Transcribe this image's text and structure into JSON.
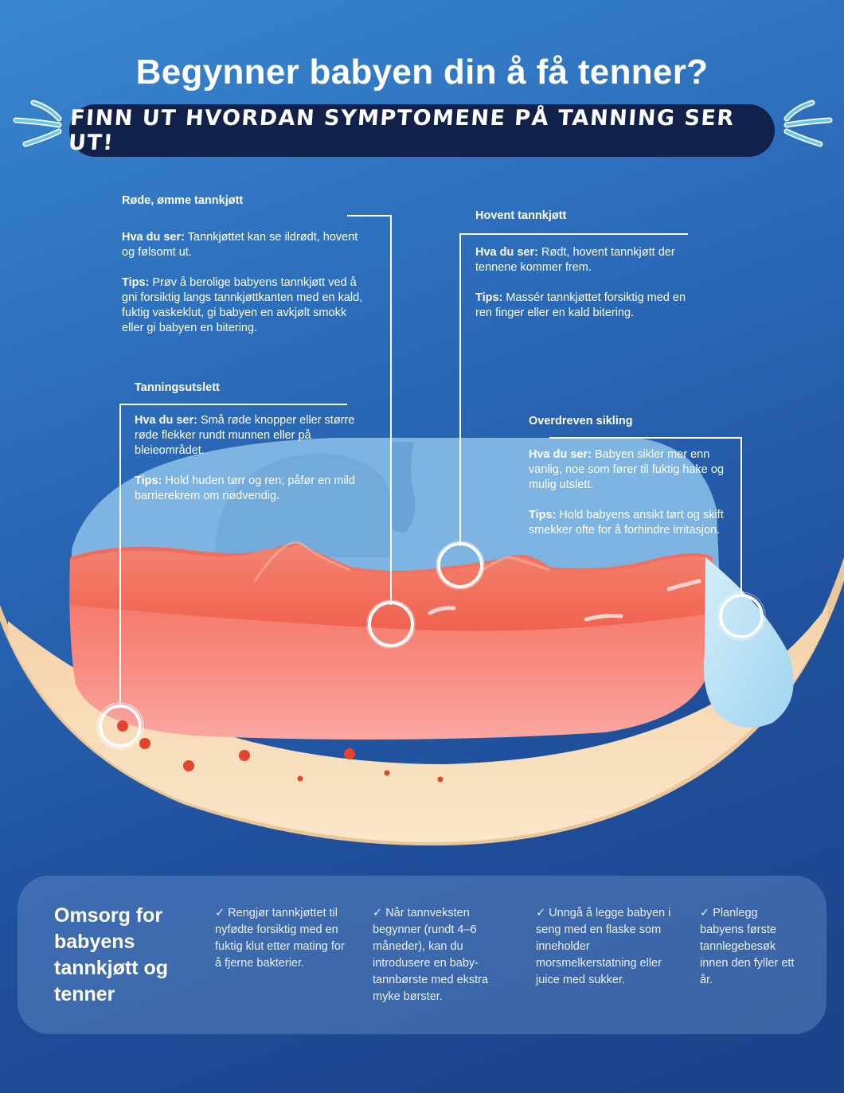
{
  "header": {
    "title": "Begynner babyen din å få tenner?",
    "subtitle": "FINN UT HVORDAN SYMPTOMENE PÅ TANNING SER UT!"
  },
  "callouts": [
    {
      "id": "sore-gums",
      "heading": "Røde, ømme tannkjøtt",
      "see_label": "Hva du ser:",
      "see_text": " Tannkjøttet kan se ildrødt, hovent og følsomt ut.",
      "tips_label": "Tips:",
      "tips_text": " Prøv å berolige babyens tannkjøtt ved å gni forsiktig langs tannkjøttkanten med en kald, fuktig vaskeklut, gi babyen en avkjølt smokk eller gi babyen en bitering."
    },
    {
      "id": "swollen-gums",
      "heading": "Hovent tannkjøtt",
      "see_label": "Hva du ser:",
      "see_text": " Rødt, hovent tannkjøtt der tennene kommer frem.",
      "tips_label": "Tips:",
      "tips_text": " Massér tannkjøttet forsiktig med en ren finger eller en kald bitering."
    },
    {
      "id": "teething-rash",
      "heading": "Tanningsutslett",
      "see_label": "Hva du ser:",
      "see_text": " Små røde knopper eller større røde flekker rundt munnen eller på bleieområdet.",
      "tips_label": "Tips:",
      "tips_text": " Hold huden tørr og ren; påfør en mild barrierekrem om nødvendig."
    },
    {
      "id": "drooling",
      "heading": "Overdreven sikling",
      "see_label": "Hva du ser:",
      "see_text": " Babyen sikler mer enn vanlig, noe som fører til fuktig hake og mulig utslett.",
      "tips_label": "Tips:",
      "tips_text": " Hold babyens ansikt tørt og skift smekker ofte for å forhindre irritasjon."
    }
  ],
  "care": {
    "title": "Omsorg for babyens tannkjøtt og tenner",
    "check_mark": "✓",
    "items": [
      "Rengjør tannkjøttet til nyfødte forsiktig med en fuktig klut etter mating for å fjerne bakterier.",
      "Når tannveksten begynner (rundt 4–6 måneder), kan du introdusere en baby-tannbørste med ekstra myke børster.",
      "Unngå å legge babyen i seng med en flaske som inneholder morsmelkerstatning eller juice med sukker.",
      "Planlegg babyens første tannlegebesøk innen den fyller ett år."
    ]
  },
  "colors": {
    "background": "#2a6ab8",
    "pill": "#11214a",
    "gum": "#f0766a",
    "skin": "#f6dcb8",
    "mouth": "#7fb6e3",
    "marker": "#e3432f",
    "drop": "#b9e2f4"
  },
  "icons": [
    "burst-lines-icon",
    "target-marker-icon",
    "drool-drop-icon",
    "check-icon"
  ]
}
